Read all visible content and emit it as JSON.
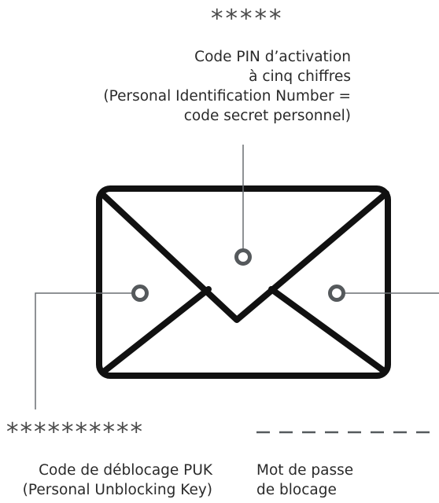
{
  "colors": {
    "envelope": "#111111",
    "connector": "#6a6f72",
    "marker": "#55595c",
    "stars": "#4a4a4a",
    "dashes": "#555a5d"
  },
  "icons": {
    "envelope": "envelope-icon"
  },
  "pin": {
    "mask": "*****",
    "lines": [
      "Code PIN d’activation",
      "à cinq chiffres",
      "(Personal Identification Number =",
      "code secret personnel)"
    ]
  },
  "puk": {
    "mask": "**********",
    "lines": [
      "Code de déblocage PUK",
      "(Personal Unblocking Key)"
    ]
  },
  "blocking_password": {
    "mask": "--------",
    "lines": [
      "Mot de passe",
      "de blocage"
    ]
  }
}
